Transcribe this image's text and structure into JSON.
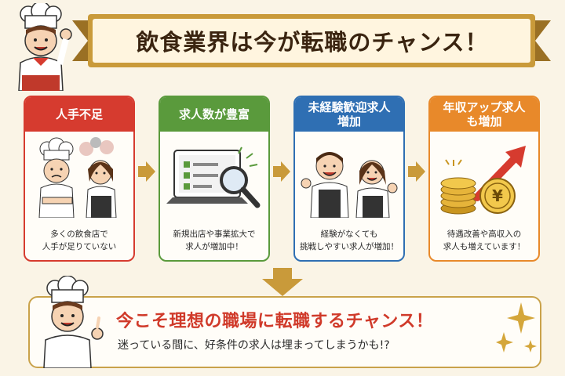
{
  "header": {
    "title": "飲食業界は今が転職のチャンス！"
  },
  "cards": [
    {
      "title": "人手不足",
      "description": "多くの飲食店で\n人手が足りていない",
      "color": "#d63b2f",
      "art": "worried-chef-and-waitress-illustration"
    },
    {
      "title": "求人数が豊富",
      "description": "新規出店や事業拡大で\n求人が増加中！",
      "color": "#5a9a3c",
      "art": "laptop-search-illustration"
    },
    {
      "title": "未経験歓迎求人\n増加",
      "description": "経験がなくても\n挑戦しやすい求人が増加！",
      "color": "#2f6fb3",
      "art": "smiling-staff-illustration"
    },
    {
      "title": "年収アップ求人\nも増加",
      "description": "待遇改善や高収入の\n求人も増えています！",
      "color": "#e8892a",
      "art": "yen-coins-rising-arrow-illustration"
    }
  ],
  "bottom": {
    "title": "今こそ理想の職場に転職するチャンス！",
    "subtitle": "迷っている間に、好条件の求人は埋まってしまうかも!?"
  },
  "colors": {
    "background": "#faf4e6",
    "banner": "#c99a3a",
    "accent_red": "#d03a2a",
    "gold": "#c9a24a"
  }
}
